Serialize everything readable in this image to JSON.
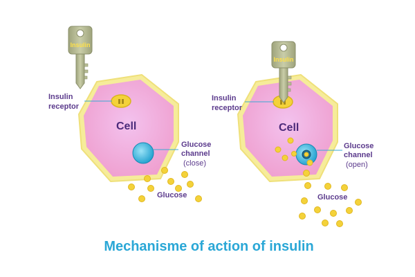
{
  "title": "Mechanisme of action of insulin",
  "colors": {
    "cell_fill": "#ef9fcf",
    "cell_glow": "#f3c2ee",
    "cell_membrane": "#f6ec9a",
    "channel": "#3db8e3",
    "glucose": "#f4d23a",
    "key": "#b8bd95",
    "label": "#5b3a8c",
    "title": "#2aa7d6"
  },
  "panels": [
    {
      "key_label": "Insulin",
      "receptor_label_line1": "Insulin",
      "receptor_label_line2": "receptor",
      "cell_label": "Cell",
      "channel_label_line1": "Glucose",
      "channel_label_line2": "channel",
      "channel_state": "(close)",
      "glucose_label": "Glucose"
    },
    {
      "key_label": "Insulin",
      "receptor_label_line1": "Insulin",
      "receptor_label_line2": "receptor",
      "cell_label": "Cell",
      "channel_label_line1": "Glucose",
      "channel_label_line2": "channel",
      "channel_state": "(open)",
      "glucose_label": "Glucose"
    }
  ]
}
